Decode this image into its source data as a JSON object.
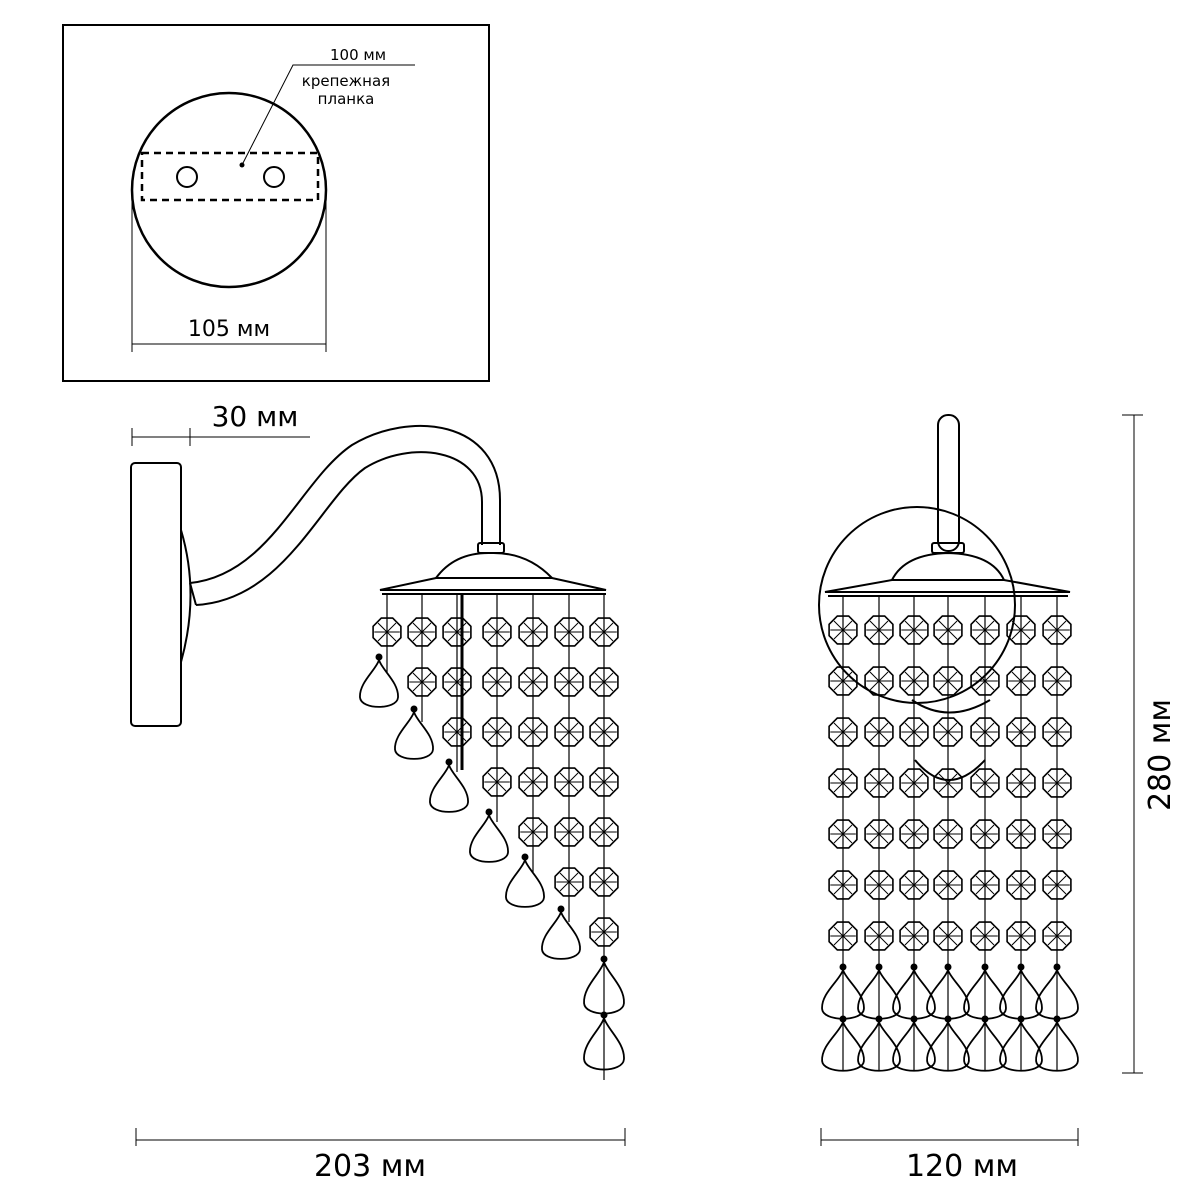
{
  "inset": {
    "plate_label": "100 мм",
    "plate_caption_line1": "крепежная",
    "plate_caption_line2": "планка",
    "base_diameter": "105 мм"
  },
  "side_view": {
    "offset_dim": "30 мм",
    "width_dim": "203 мм"
  },
  "front_view": {
    "width_dim": "120 мм",
    "height_dim": "280 мм"
  }
}
